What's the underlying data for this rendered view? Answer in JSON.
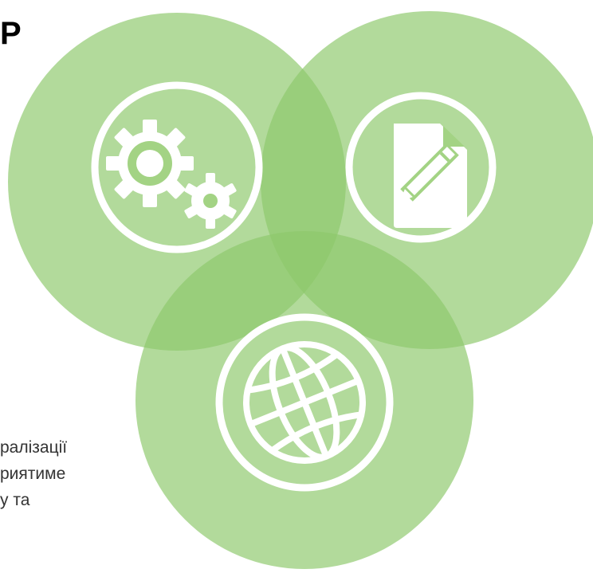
{
  "text_fragments": {
    "heading": "Р",
    "lines": [
      "ралізації",
      "риятиме",
      "у та"
    ]
  },
  "colors": {
    "circle_fill": "#8ec96b",
    "circle_opacity": 0.68,
    "icon_stroke": "#ffffff",
    "text": "#333333",
    "heading": "#000000"
  },
  "icons": [
    "gears-icon",
    "edit-document-icon",
    "globe-icon"
  ]
}
